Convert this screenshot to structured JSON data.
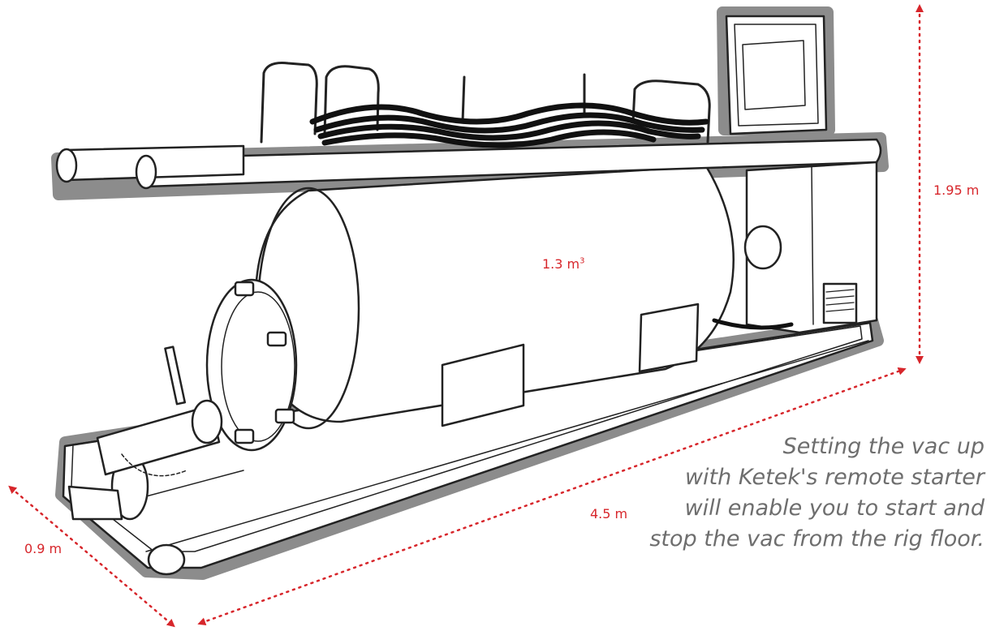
{
  "dimensions": {
    "height": "1.95 m",
    "length": "4.5 m",
    "width": "0.9 m",
    "volume": "1.3 m",
    "volume_exponent": "3"
  },
  "caption": {
    "lines": [
      "Setting the vac up",
      "with Ketek's remote starter",
      "will enable you to start and",
      "stop the vac from the rig floor."
    ]
  },
  "colors": {
    "dimension": "#d7262b",
    "outline": "#222222",
    "shadow": "#8c8c8c",
    "caption": "#6e6e6e"
  }
}
